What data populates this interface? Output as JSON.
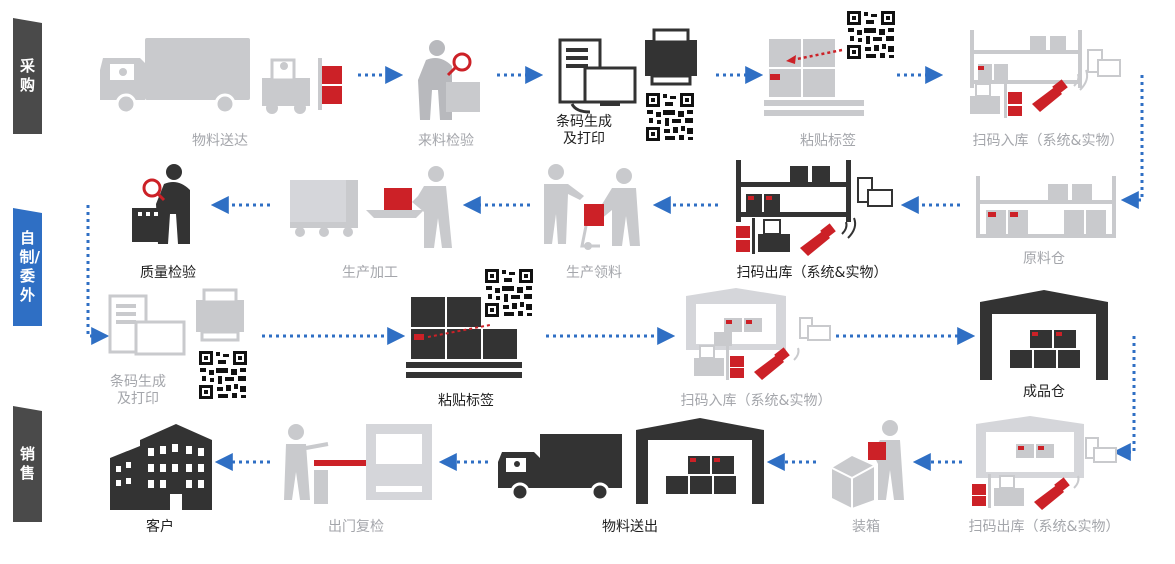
{
  "sidebar": {
    "purchase": "采购",
    "production": "自制/委外",
    "sales": "销售"
  },
  "colors": {
    "gray": "#a4a6ab",
    "light": "#d5d6da",
    "dark": "#333333",
    "red": "#cc2127",
    "arrow": "#2f6fc4",
    "sidebar_gray": "#4a4a4a",
    "sidebar_blue": "#2f6fc4"
  },
  "steps": {
    "material_delivery": "物料送达",
    "incoming_inspection": "来料检验",
    "barcode_print_1": "条码生成\n及打印",
    "label_paste_1": "粘贴标签",
    "scan_inbound_1": "扫码入库（系统&实物）",
    "raw_warehouse": "原料仓",
    "scan_outbound_1": "扫码出库（系统&实物）",
    "material_requisition": "生产领料",
    "production_processing": "生产加工",
    "quality_inspection": "质量检验",
    "barcode_print_2": "条码生成\n及打印",
    "label_paste_2": "粘贴标签",
    "scan_inbound_2": "扫码入库（系统&实物）",
    "finished_warehouse": "成品仓",
    "scan_outbound_2": "扫码出库（系统&实物）",
    "packing": "装箱",
    "material_dispatch": "物料送出",
    "exit_recheck": "出门复检",
    "customer": "客户"
  }
}
